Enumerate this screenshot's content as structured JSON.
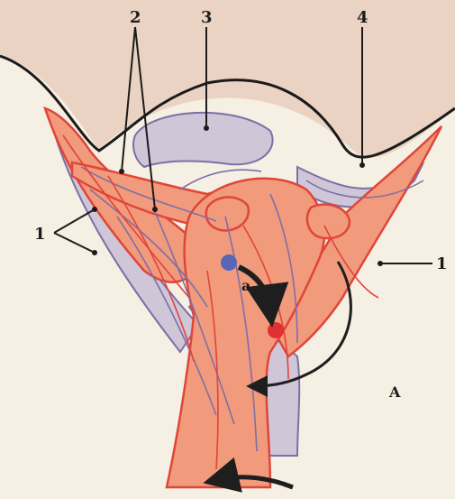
{
  "labels": {
    "n1_left": "1",
    "n1_right": "1",
    "n2": "2",
    "n3": "3",
    "n4": "4",
    "a": "a",
    "A": "A"
  },
  "colors": {
    "background": "#f6efe3",
    "skin": "#e9c7b6",
    "red_structure": "#f29a7c",
    "red_outline": "#e0453a",
    "purple_structure": "#cfc6d8",
    "purple_outline": "#7d6fa6",
    "blue_dot": "#5866b8",
    "red_dot": "#e03030",
    "arrow": "#1e1e1e"
  },
  "icons": {
    "arrow_a": "curved-arrow-icon",
    "arrow_right": "curved-arrow-icon",
    "arrow_bottom": "curved-arrow-icon"
  }
}
